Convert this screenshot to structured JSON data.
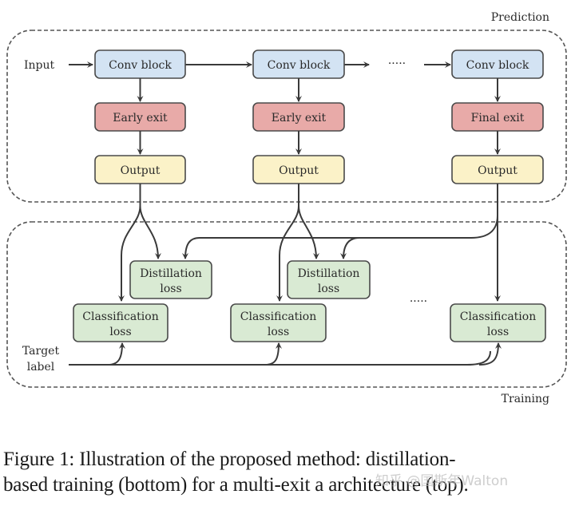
{
  "diagram": {
    "regions": {
      "prediction": "Prediction",
      "training": "Training"
    },
    "input_label": "Input",
    "target_label_line1": "Target",
    "target_label_line2": "label",
    "ellipsis": "·····",
    "columns": [
      {
        "conv": "Conv block",
        "exit": "Early exit",
        "output": "Output"
      },
      {
        "conv": "Conv block",
        "exit": "Early exit",
        "output": "Output"
      },
      {
        "conv": "Conv block",
        "exit": "Final exit",
        "output": "Output"
      }
    ],
    "distillation": [
      {
        "line1": "Distillation",
        "line2": "loss"
      },
      {
        "line1": "Distillation",
        "line2": "loss"
      }
    ],
    "classification": [
      {
        "line1": "Classification",
        "line2": "loss"
      },
      {
        "line1": "Classification",
        "line2": "loss"
      },
      {
        "line1": "Classification",
        "line2": "loss"
      }
    ],
    "colors": {
      "conv_fill": "#d3e3f3",
      "exit_fill": "#e8aaa8",
      "output_fill": "#fbf2c8",
      "loss_fill": "#d9ead3",
      "stroke": "#4a4a4a"
    }
  },
  "caption": {
    "line1": "Figure 1: Illustration of the proposed method: distillation-",
    "line2": "based training (bottom) for a multi-exit a architecture (top)."
  },
  "watermark": "知乎 @国斯年Walton"
}
